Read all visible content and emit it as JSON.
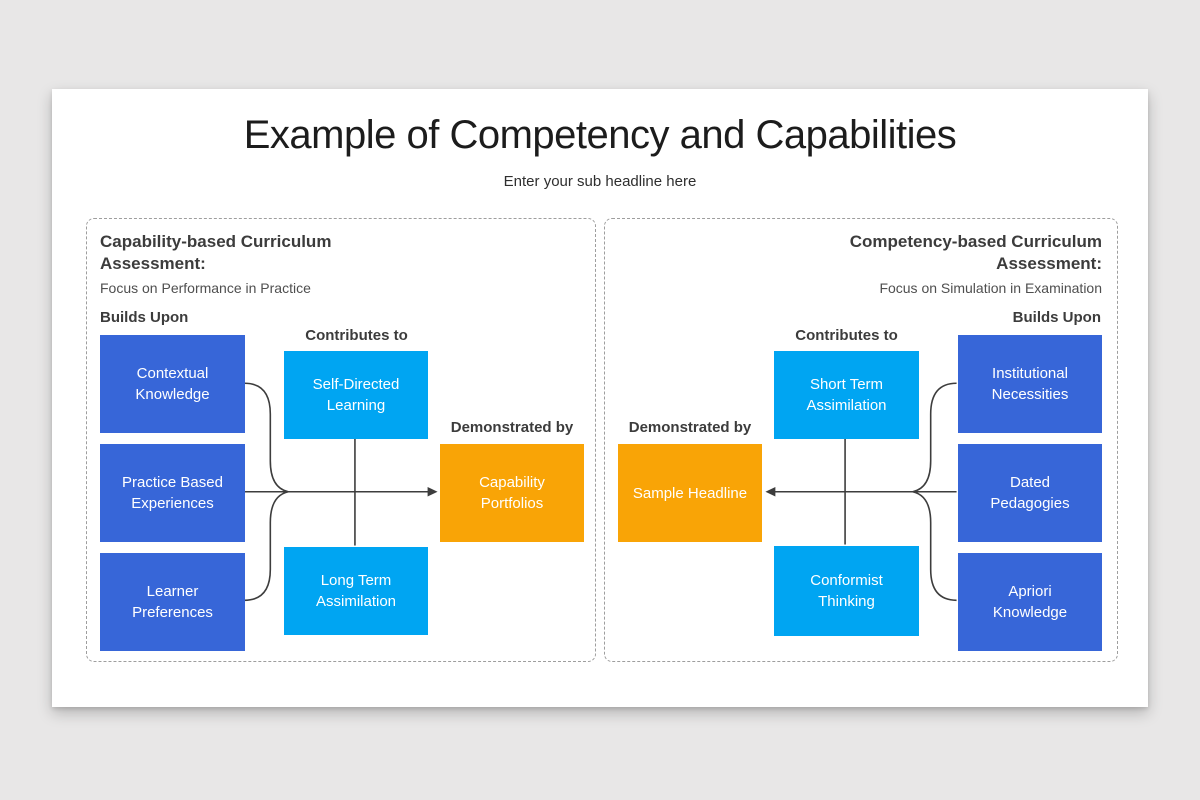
{
  "slide": {
    "title": "Example of Competency and Capabilities",
    "subtitle": "Enter your sub headline here"
  },
  "colors": {
    "page_background": "#e8e7e7",
    "slide_background": "#ffffff",
    "builds_box_blue": "#3766d8",
    "contributes_box_cyan": "#00a5f2",
    "demonstrated_box_orange": "#f9a406",
    "connector_line": "#3d3d3d",
    "dashed_border": "#9e9e9e",
    "heading_text": "#3c3c3c",
    "box_text": "#ffffff"
  },
  "left_panel": {
    "heading": "Capability-based Curriculum Assessment:",
    "focus": "Focus on Performance in Practice",
    "labels": {
      "builds": "Builds Upon",
      "contributes": "Contributes to",
      "demonstrated": "Demonstrated by"
    },
    "builds_boxes": [
      "Contextual Knowledge",
      "Practice Based Experiences",
      "Learner Preferences"
    ],
    "contributes_boxes": [
      "Self-Directed Learning",
      "Long Term Assimilation"
    ],
    "demonstrated_box": "Capability Portfolios"
  },
  "right_panel": {
    "heading": "Competency-based Curriculum Assessment:",
    "focus": "Focus on Simulation in Examination",
    "labels": {
      "builds": "Builds Upon",
      "contributes": "Contributes to",
      "demonstrated": "Demonstrated by"
    },
    "builds_boxes": [
      "Institutional Necessities",
      "Dated Pedagogies",
      "Apriori Knowledge"
    ],
    "contributes_boxes": [
      "Short Term Assimilation",
      "Conformist Thinking"
    ],
    "demonstrated_box": "Sample Headline"
  }
}
